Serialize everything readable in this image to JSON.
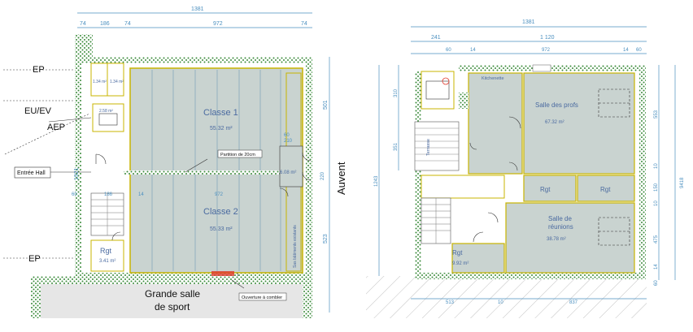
{
  "left_plan": {
    "dims_top": {
      "total": "1381",
      "d1": "74",
      "d2": "186",
      "d3": "74",
      "d4": "972",
      "d5": "74"
    },
    "labels": {
      "ep_top": "EP",
      "eu_ev": "EU/EV",
      "aep": "AEP",
      "entree_hall": "Entrée Hall",
      "ep_bottom": "EP",
      "classe1": "Classe 1",
      "classe1_area": "55.32 m²",
      "classe2": "Classe 2",
      "classe2_area": "55.33 m²",
      "partition": "Partition de 20cm",
      "rgt": "Rgt",
      "rgt_area": "3.41 m²",
      "grande_salle_1": "Grande salle",
      "grande_salle_2": "de sport",
      "ouverture": "Ouverture à combler",
      "auvent": "Auvent",
      "corridor": "Sas bâtiments existants",
      "small_area": "6.08 m²",
      "wc1": "1.34 m²",
      "wc2": "1.34 m²",
      "sani": "2.58 m²"
    },
    "dims_side": {
      "d501": "501",
      "d523": "523",
      "d1921": "1921",
      "d60": "60",
      "d186": "186",
      "d14": "14",
      "d972": "972",
      "d210": "210",
      "d220": "220",
      "d60b": "60"
    }
  },
  "right_plan": {
    "dims_top": {
      "total": "1381",
      "d241": "241",
      "d1120": "1 120",
      "d60": "60",
      "d14": "14",
      "d972": "972",
      "d14b": "14",
      "d60b": "60"
    },
    "labels": {
      "salle_profs": "Salle des profs",
      "salle_profs_area": "67.32 m²",
      "rgt_a": "Rgt",
      "rgt_b": "Rgt",
      "salle_reunions_1": "Salle de",
      "salle_reunions_2": "réunions",
      "salle_reunions_area": "38.78 m²",
      "rgt_c": "Rgt",
      "rgt_c_area": "9.92 m²",
      "terrasse": "Terrasse",
      "kitchen": "Kitchenette"
    },
    "dims_side": {
      "d310": "310",
      "d351": "351",
      "d1243": "1243",
      "d553": "553",
      "d10": "10",
      "d150": "150",
      "d10b": "10",
      "d475": "475",
      "d14": "14",
      "d60": "60",
      "d9418": "9418"
    },
    "dims_bottom": {
      "d513": "513",
      "d10": "10",
      "d837": "837"
    }
  },
  "colors": {
    "wall_hatch": "#3a8a3a",
    "room_fill": "#c9d3d0",
    "wall": "#c8b400",
    "dim": "#4a8fbf",
    "opening": "#e0392b"
  }
}
